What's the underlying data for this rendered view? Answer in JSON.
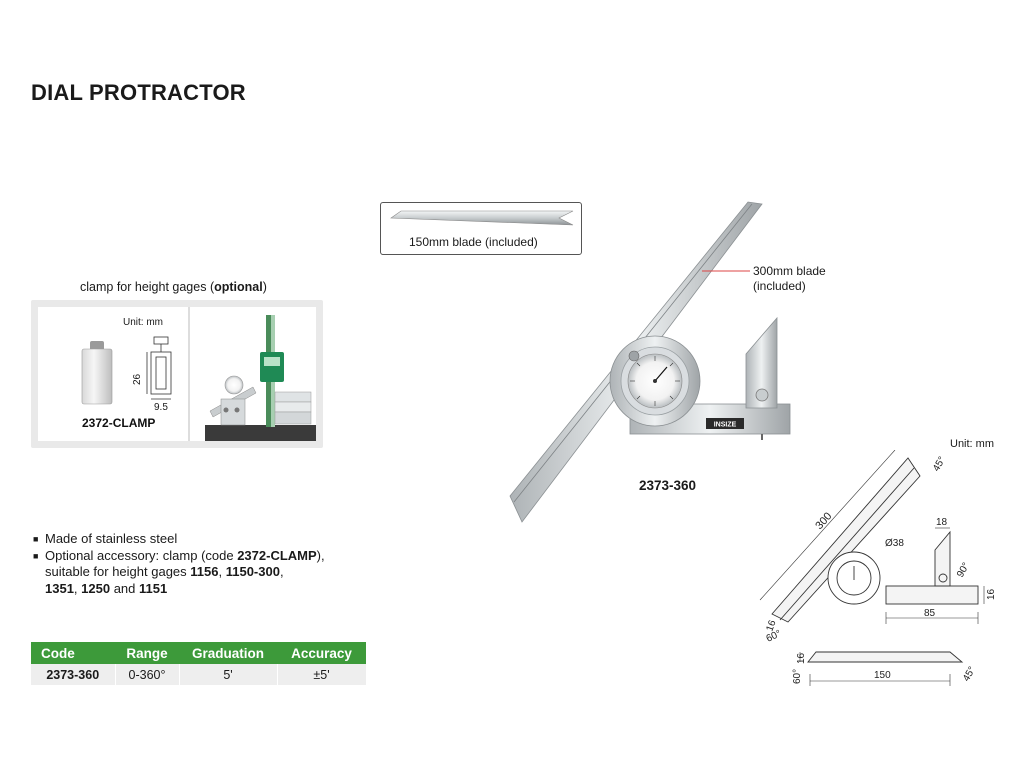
{
  "title": "DIAL PROTRACTOR",
  "clamp": {
    "caption_pre": "clamp for height gages (",
    "caption_bold": "optional",
    "caption_post": ")",
    "unit": "Unit: mm",
    "code": "2372-CLAMP",
    "dim_height": "26",
    "dim_width": "9.5"
  },
  "blade150": {
    "caption": "150mm blade (included)"
  },
  "blade300": {
    "line1": "300mm blade",
    "line2": "(included)"
  },
  "model": "2373-360",
  "brand": "INSIZE",
  "features": [
    {
      "text": "Made of stainless steel"
    },
    {
      "pre": "Optional accessory: clamp (code ",
      "bold": "2372-CLAMP",
      "post": "),"
    },
    {
      "pre": "suitable for height gages ",
      "b1": "1156",
      "m1": ", ",
      "b2": "1150-300",
      "m2": ","
    },
    {
      "b1": "1351",
      "m1": ", ",
      "b2": "1250",
      "m2": " and ",
      "b3": "1151"
    }
  ],
  "table": {
    "headers": [
      "Code",
      "Range",
      "Graduation",
      "Accuracy"
    ],
    "rows": [
      [
        "2373-360",
        "0-360°",
        "5'",
        "±5'"
      ]
    ],
    "header_color": "#3d9a3a"
  },
  "drawing": {
    "unit": "Unit: mm",
    "d300": "300",
    "d45_top": "45°",
    "d18": "18",
    "dia38": "Ø38",
    "d90": "90°",
    "d16_right": "16",
    "d85": "85",
    "d16_left": "16",
    "d60": "60°",
    "d16_blade": "16",
    "d60_blade": "60°",
    "d150": "150",
    "d45_blade": "45°"
  }
}
